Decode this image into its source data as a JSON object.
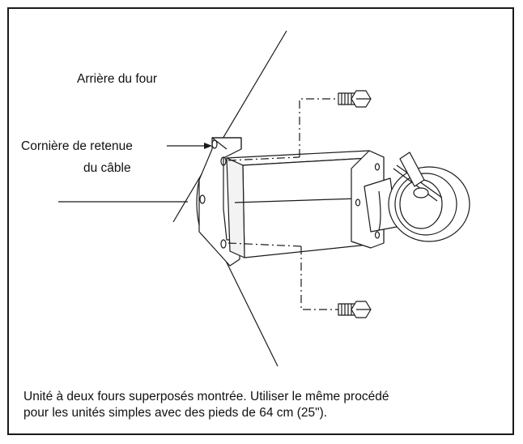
{
  "labels": {
    "rear_of_oven": "Arrière du four",
    "cable_angle_line1": "Cornière de retenue",
    "cable_angle_line2": "du câble"
  },
  "caption": {
    "line1": "Unité à deux fours superposés montrée. Utiliser le même procédé",
    "line2": "pour les unités simples avec des pieds de 64 cm (25\")."
  },
  "colors": {
    "ink": "#1a1a1a",
    "paper": "#ffffff",
    "shade": "#cfcfcf"
  }
}
